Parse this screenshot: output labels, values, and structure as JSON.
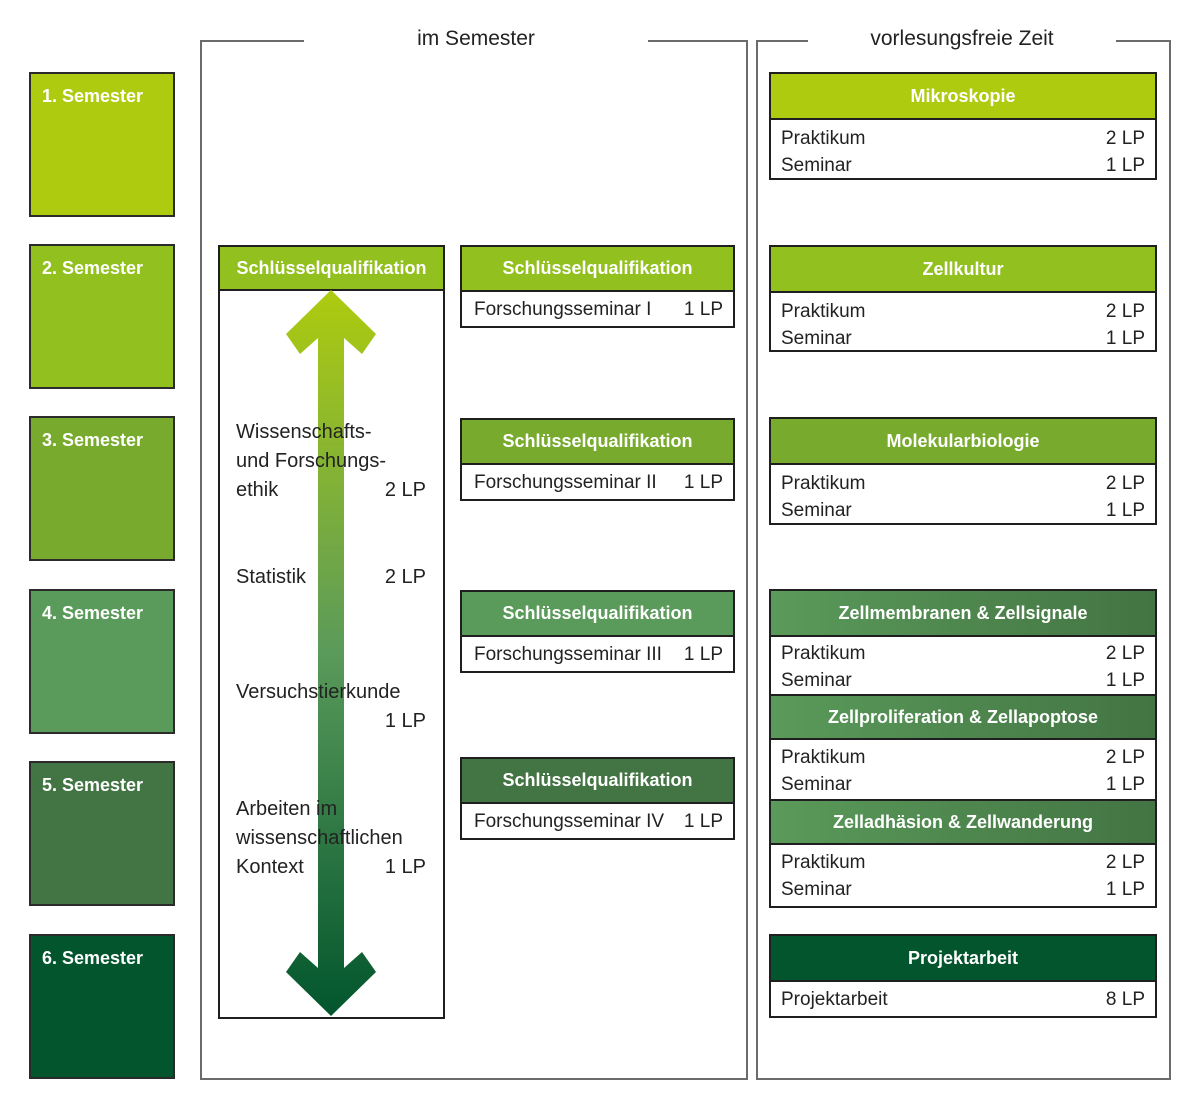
{
  "headings": {
    "in_semester": "im Semester",
    "lecture_free": "vorlesungsfreie Zeit"
  },
  "colors": {
    "sem1": "#aecb0f",
    "sem2": "#92c01f",
    "sem3": "#78ab2d",
    "sem4": "#5a9a5a",
    "sem5": "#437443",
    "sem6": "#02552d",
    "frame": "#6b6b6b",
    "border": "#1f1f1f"
  },
  "semesters": [
    {
      "label": "1. Semester"
    },
    {
      "label": "2. Semester"
    },
    {
      "label": "3. Semester"
    },
    {
      "label": "4. Semester"
    },
    {
      "label": "5. Semester"
    },
    {
      "label": "6. Semester"
    }
  ],
  "key_qualification": {
    "title": "Schlüsselqualifikation",
    "items": [
      {
        "name_lines": [
          "Wissenschafts-",
          "und Forschungs-",
          "ethik"
        ],
        "lp": "2 LP"
      },
      {
        "name_lines": [
          "Statistik"
        ],
        "lp": "2 LP"
      },
      {
        "name_lines": [
          "Versuchstierkunde"
        ],
        "lp": "1 LP"
      },
      {
        "name_lines": [
          "Arbeiten im",
          "wissenschaftlichen",
          "Kontext"
        ],
        "lp": "1 LP"
      }
    ]
  },
  "research_seminars": [
    {
      "title": "Schlüsselqualifikation",
      "name": "Forschungsseminar I",
      "lp": "1 LP"
    },
    {
      "title": "Schlüsselqualifikation",
      "name": "Forschungsseminar II",
      "lp": "1 LP"
    },
    {
      "title": "Schlüsselqualifikation",
      "name": "Forschungsseminar III",
      "lp": "1 LP"
    },
    {
      "title": "Schlüsselqualifikation",
      "name": "Forschungsseminar IV",
      "lp": "1 LP"
    }
  ],
  "lecture_free_modules": [
    {
      "title": "Mikroskopie",
      "rows": [
        {
          "name": "Praktikum",
          "lp": "2 LP"
        },
        {
          "name": "Seminar",
          "lp": "1 LP"
        }
      ]
    },
    {
      "title": "Zellkultur",
      "rows": [
        {
          "name": "Praktikum",
          "lp": "2 LP"
        },
        {
          "name": "Seminar",
          "lp": "1 LP"
        }
      ]
    },
    {
      "title": "Molekularbiologie",
      "rows": [
        {
          "name": "Praktikum",
          "lp": "2 LP"
        },
        {
          "name": "Seminar",
          "lp": "1 LP"
        }
      ]
    },
    {
      "title": "Zellmembranen & Zellsignale",
      "rows": [
        {
          "name": "Praktikum",
          "lp": "2 LP"
        },
        {
          "name": "Seminar",
          "lp": "1 LP"
        }
      ]
    },
    {
      "title": "Zellproliferation & Zellapoptose",
      "rows": [
        {
          "name": "Praktikum",
          "lp": "2 LP"
        },
        {
          "name": "Seminar",
          "lp": "1 LP"
        }
      ]
    },
    {
      "title": "Zelladhäsion & Zellwanderung",
      "rows": [
        {
          "name": "Praktikum",
          "lp": "2 LP"
        },
        {
          "name": "Seminar",
          "lp": "1 LP"
        }
      ]
    },
    {
      "title": "Projektarbeit",
      "rows": [
        {
          "name": "Projektarbeit",
          "lp": "8 LP"
        }
      ]
    }
  ]
}
